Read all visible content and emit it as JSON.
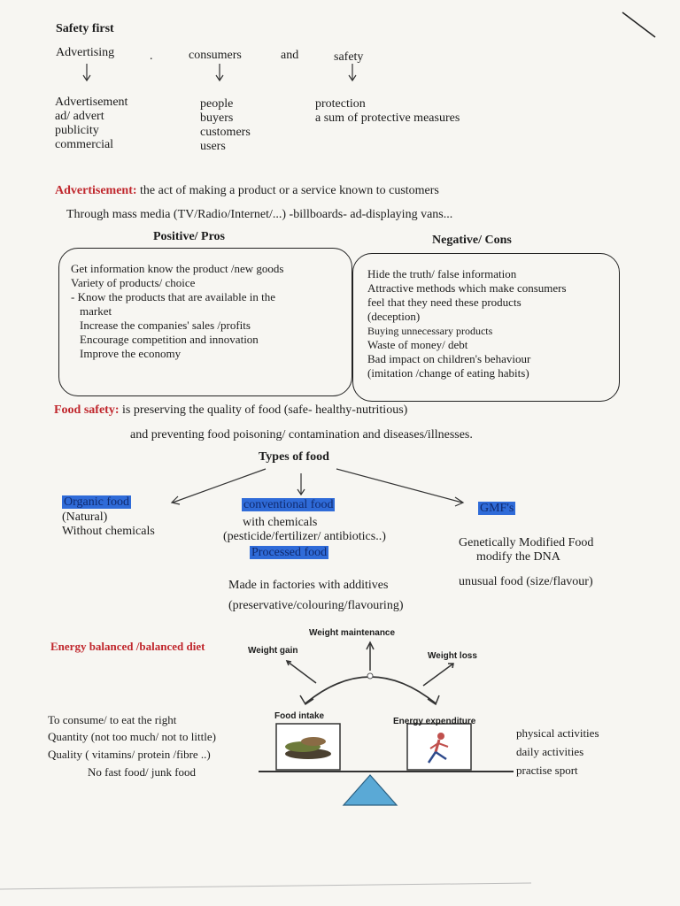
{
  "header": {
    "title": "Safety first",
    "words": [
      "Advertising",
      "consumers",
      "and",
      "safety"
    ],
    "dot": "."
  },
  "synonyms": {
    "advertising": [
      "Advertisement",
      "ad/ advert",
      "publicity",
      "commercial"
    ],
    "consumers": [
      "people",
      "buyers",
      "customers",
      "users"
    ],
    "safety": [
      "protection",
      "a sum of protective measures"
    ]
  },
  "advertisement": {
    "term": "Advertisement:",
    "definition": "the act of making a product or a service known to customers",
    "media": "Through mass media (TV/Radio/Internet/...) -billboards- ad-displaying vans..."
  },
  "pros": {
    "heading": "Positive/ Pros",
    "items": [
      "Get information know the product /new goods",
      "Variety of products/ choice",
      "Know the products that are available in the",
      "market",
      "Increase the companies' sales /profits",
      "Encourage competition and innovation",
      "Improve the economy"
    ]
  },
  "cons": {
    "heading": "Negative/ Cons",
    "items": [
      "Hide the truth/ false information",
      "Attractive methods which make consumers",
      "feel that they need these products",
      "(deception)",
      "Buying unnecessary products",
      "Waste of money/ debt",
      "Bad impact on children's behaviour",
      "(imitation /change of eating habits)"
    ]
  },
  "food_safety": {
    "term": "Food safety:",
    "line1": "is preserving the quality of food (safe- healthy-nutritious)",
    "line2": "and preventing food poisoning/ contamination and diseases/illnesses."
  },
  "types": {
    "heading": "Types of food",
    "organic": {
      "label": "Organic food",
      "lines": [
        "(Natural)",
        "Without chemicals"
      ]
    },
    "conventional": {
      "label": "conventional food",
      "lines": [
        "with chemicals",
        "(pesticide/fertilizer/ antibiotics..)"
      ]
    },
    "processed": {
      "label": "Processed food",
      "lines": [
        "Made in factories with additives",
        "(preservative/colouring/flavouring)"
      ]
    },
    "gmo": {
      "label": "GMF's",
      "lines": [
        "Genetically Modified Food",
        "modify the DNA",
        "unusual food (size/flavour)"
      ]
    }
  },
  "diet": {
    "title": "Energy balanced /balanced diet",
    "weight_gain": "Weight gain",
    "weight_maintenance": "Weight maintenance",
    "weight_loss": "Weight loss",
    "food_intake": "Food intake",
    "energy_expenditure": "Energy expenditure",
    "left_lines": [
      "To consume/ to eat the right",
      "Quantity (not too much/ not to little)",
      "Quality ( vitamins/ protein /fibre ..)",
      "No fast food/ junk food"
    ],
    "right_lines": [
      "physical activities",
      "daily activities",
      "practise sport"
    ]
  },
  "colors": {
    "accent_red": "#c0272d",
    "highlight_blue": "#2f6bd8",
    "scale_blue": "#5aa9d6"
  }
}
